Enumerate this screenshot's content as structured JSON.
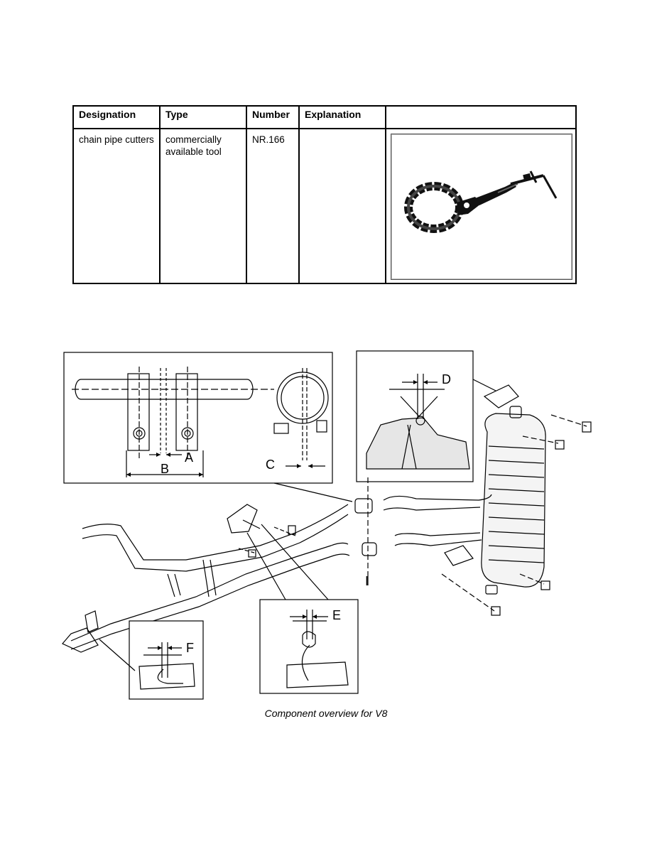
{
  "table": {
    "headers": [
      "Designation",
      "Type",
      "Number",
      "Explanation",
      ""
    ],
    "row": {
      "designation": "chain pipe cutters",
      "type": "commercially available tool",
      "number": "NR.166",
      "explanation": ""
    }
  },
  "figure": {
    "labels": {
      "a": "A",
      "b": "B",
      "c": "C",
      "d": "D",
      "e": "E",
      "f": "F",
      "i": "I"
    },
    "caption": "Component overview for V8"
  }
}
